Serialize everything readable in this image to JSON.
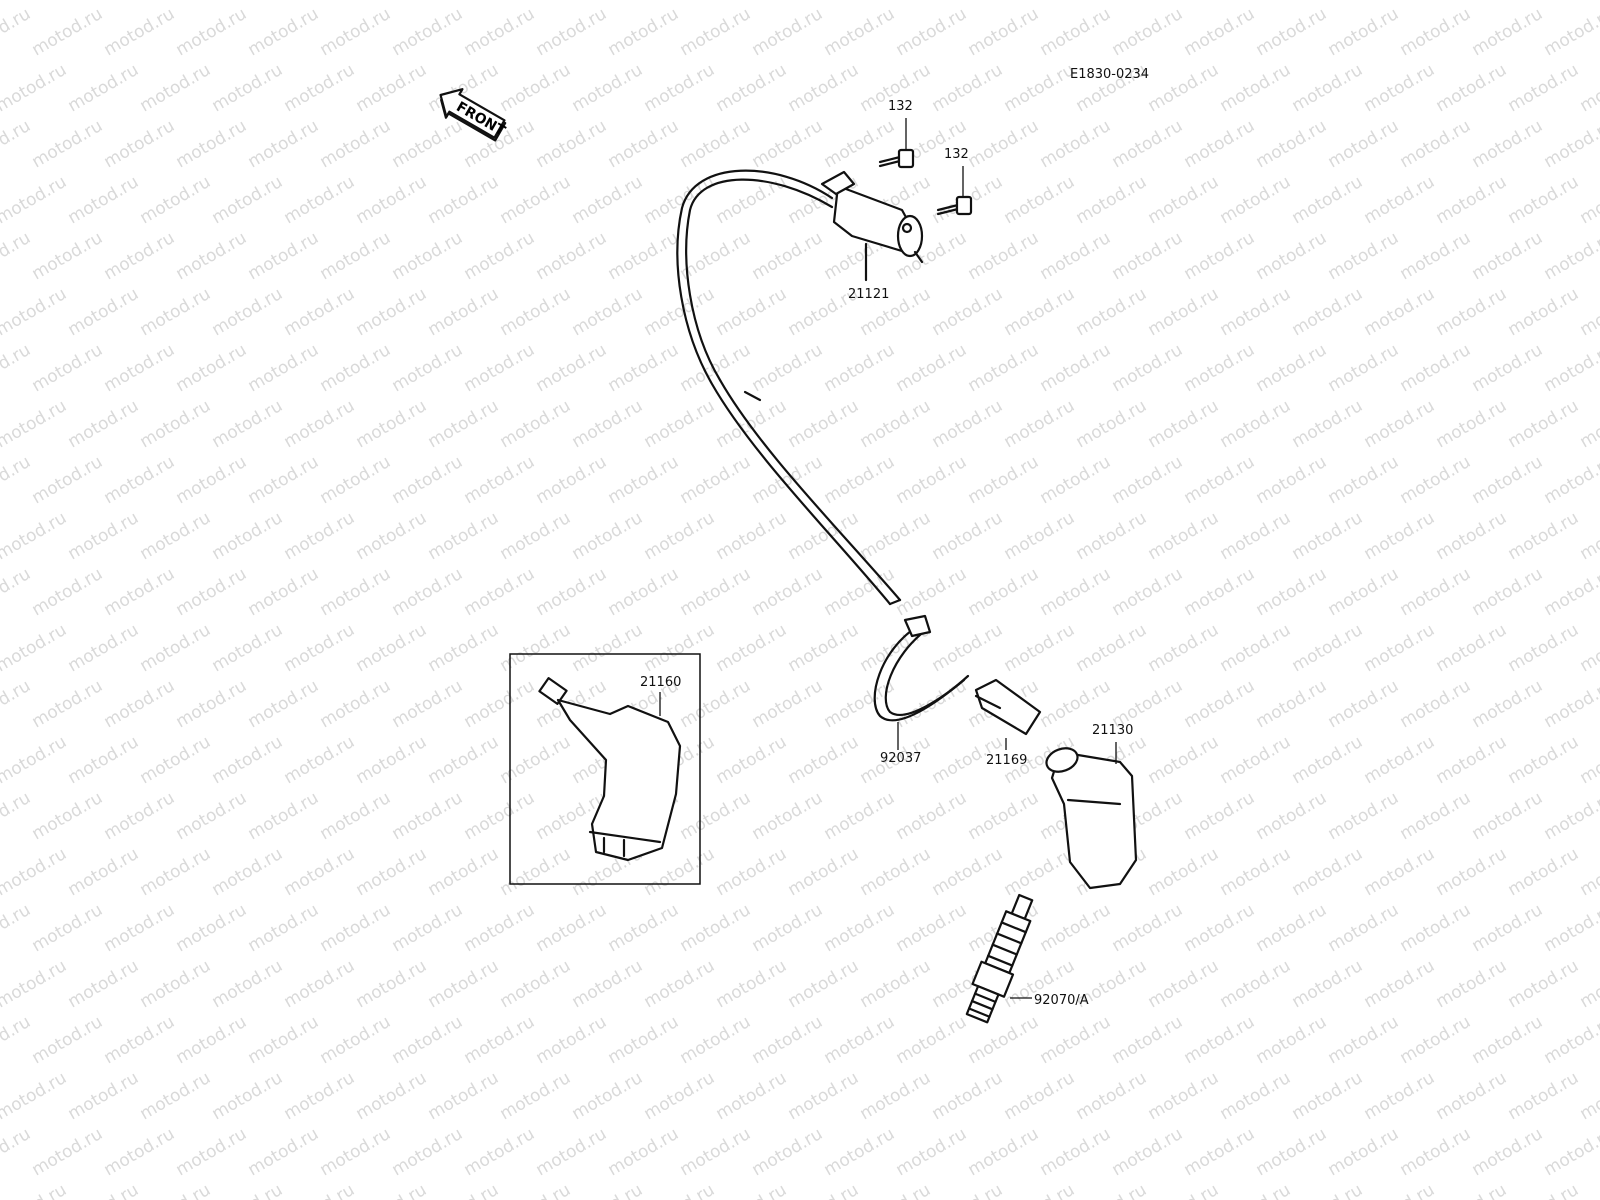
{
  "diagram_code": "E1830-0234",
  "front_label": "FRONT",
  "watermark_text": "motod.ru",
  "watermark_color": "#d9d9d9",
  "parts": [
    {
      "id": "bolt-upper",
      "ref": "132"
    },
    {
      "id": "bolt-lower",
      "ref": "132"
    },
    {
      "id": "ignition-coil",
      "ref": "21121"
    },
    {
      "id": "spark-plug-cap-inset",
      "ref": "21160"
    },
    {
      "id": "clamp-band",
      "ref": "92037"
    },
    {
      "id": "clip",
      "ref": "21169"
    },
    {
      "id": "spark-plug-cap",
      "ref": "21130"
    },
    {
      "id": "spark-plug",
      "ref": "92070/A"
    }
  ]
}
